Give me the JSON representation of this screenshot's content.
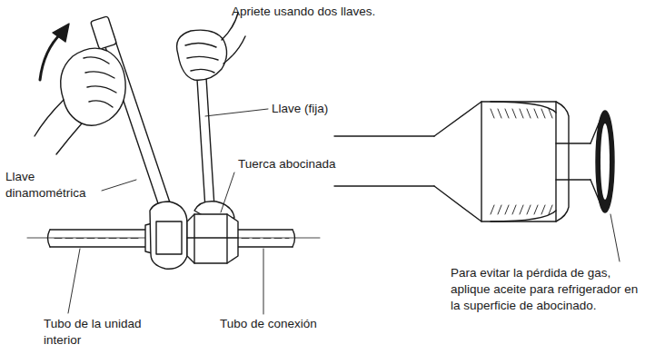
{
  "diagram": {
    "labels": [
      "Apriete usando dos llaves.",
      "Llave (fija)",
      "Llave dinamométrica",
      "Tuerca abocinada",
      "Tubo de la unidad interior",
      "Tubo de conexión",
      "Para evitar la pérdida de gas, aplique aceite para refrigerador en la superficie de abocinado."
    ]
  }
}
